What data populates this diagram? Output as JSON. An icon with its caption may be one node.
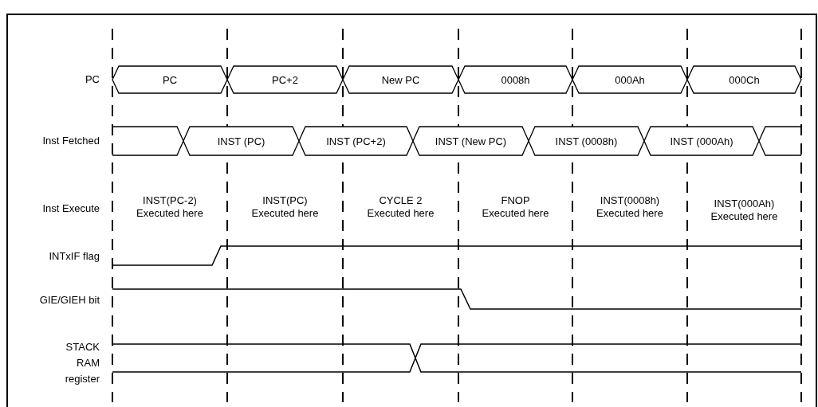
{
  "diagram": {
    "nodes": [
      {
        "text": [
          "PC"
        ]
      },
      {
        "text": [
          "PC+2"
        ]
      },
      {
        "text": [
          "New PC"
        ]
      },
      {
        "text": [
          "0008h"
        ]
      },
      {
        "text": [
          "000Ah"
        ]
      },
      {
        "text": [
          "000Ch"
        ]
      },
      {
        "text": [
          "INST (PC)"
        ]
      },
      {
        "text": [
          "INST (PC+2)"
        ]
      },
      {
        "text": [
          "INST (New PC)"
        ]
      },
      {
        "text": [
          "INST (0008h)"
        ]
      },
      {
        "text": [
          "INST (000Ah)"
        ]
      }
    ],
    "labels": [
      "PC",
      "Inst Fetched",
      "Inst Execute",
      "INST(PC-2) Executed here",
      "INST(PC) Executed here",
      "CYCLE 2 Executed here",
      "FNOP Executed here",
      "INST(0008h) Executed here",
      "INST(000Ah) Executed here",
      "INTxIF flag",
      "GIE/GIEH bit",
      "STACK RAM register"
    ]
  }
}
